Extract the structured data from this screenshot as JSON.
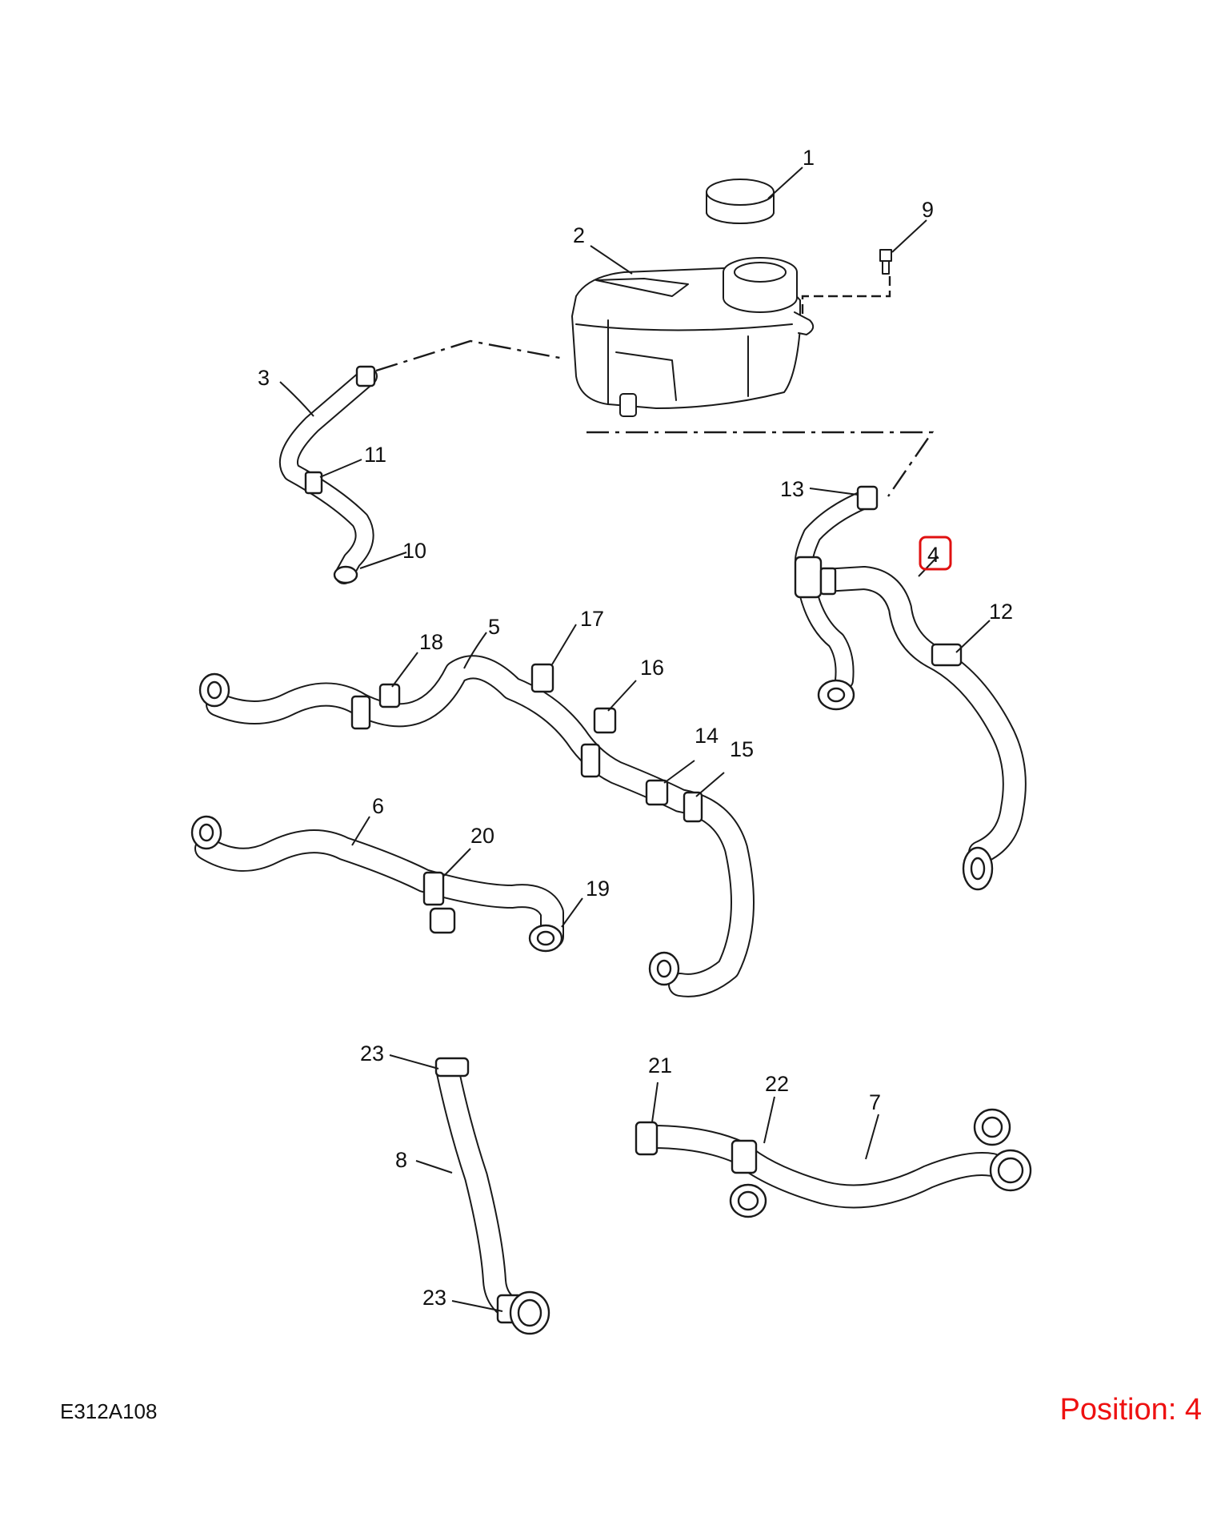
{
  "diagram": {
    "reference_code": "E312A108",
    "position_label": "Position: 4",
    "highlight_color": "#e01010",
    "highlighted_part": "4",
    "callouts": [
      "1",
      "2",
      "3",
      "4",
      "5",
      "6",
      "7",
      "8",
      "9",
      "10",
      "11",
      "12",
      "13",
      "14",
      "15",
      "16",
      "17",
      "18",
      "19",
      "20",
      "21",
      "22",
      "23",
      "23"
    ]
  }
}
